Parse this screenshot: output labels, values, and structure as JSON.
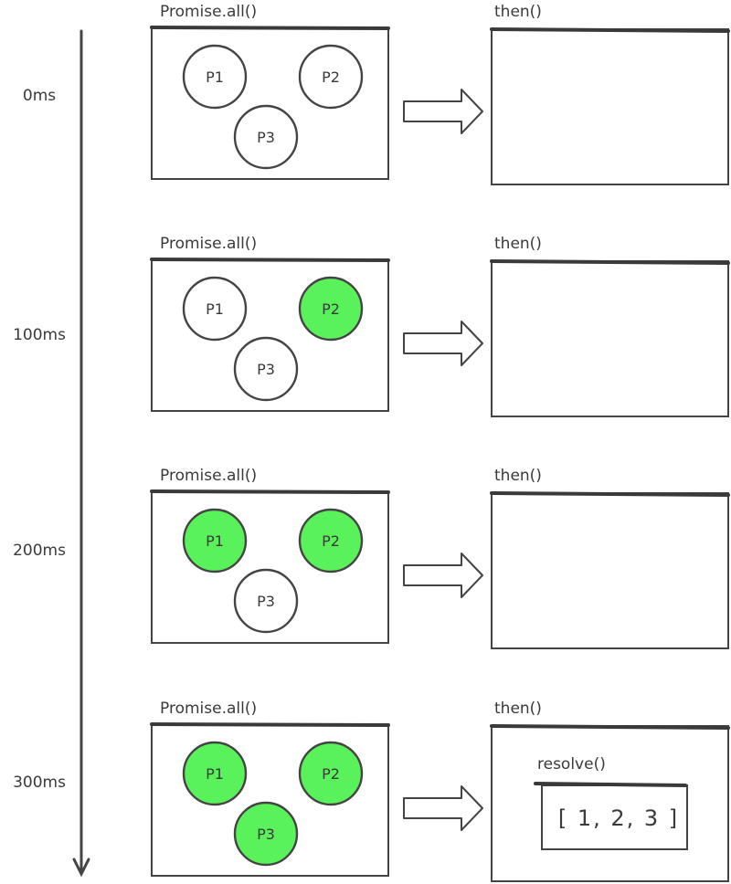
{
  "colors": {
    "pending": "#ffffff",
    "resolved": "#5af25a",
    "ink": "#444444"
  },
  "labels": {
    "container": "Promise.all()",
    "target": "then()",
    "resolve": "resolve()"
  },
  "result_text": "[ 1, 2, 3 ]",
  "promises": [
    "P1",
    "P2",
    "P3"
  ],
  "steps": [
    {
      "time": "0ms",
      "resolved": [
        false,
        false,
        false
      ],
      "show_result": false
    },
    {
      "time": "100ms",
      "resolved": [
        false,
        true,
        false
      ],
      "show_result": false
    },
    {
      "time": "200ms",
      "resolved": [
        true,
        true,
        false
      ],
      "show_result": false
    },
    {
      "time": "300ms",
      "resolved": [
        true,
        true,
        true
      ],
      "show_result": true
    }
  ]
}
